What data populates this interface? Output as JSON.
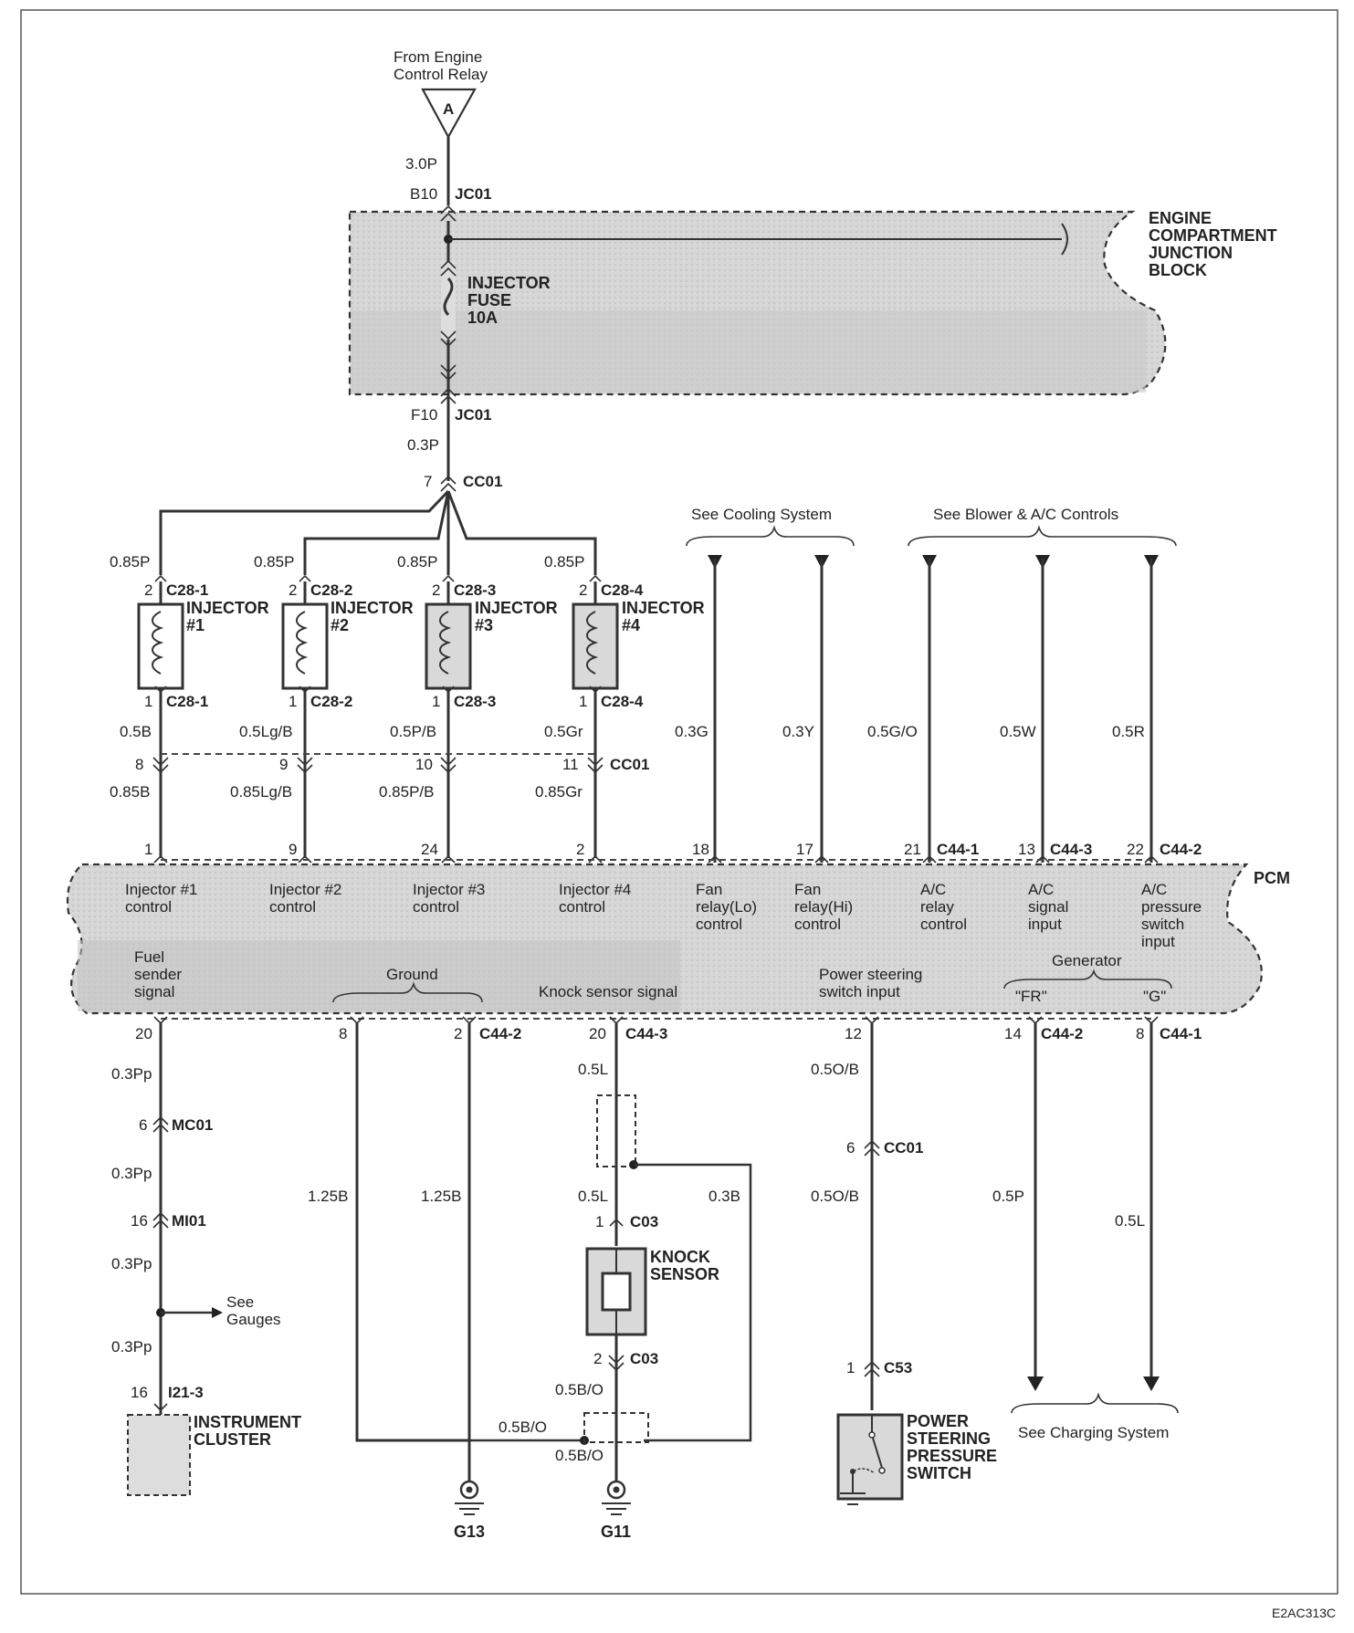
{
  "diagram_code": "E2AC313C",
  "top": {
    "source_line1": "From Engine",
    "source_line2": "Control Relay",
    "source_marker": "A",
    "wire_in": "3.0P",
    "pin_in": "B10",
    "conn_in": "JC01",
    "pin_out": "F10",
    "conn_out": "JC01",
    "wire_out": "0.3P",
    "splice_pin": "7",
    "splice_conn": "CC01"
  },
  "junction_block": {
    "label_lines": [
      "ENGINE",
      "COMPARTMENT",
      "JUNCTION",
      "BLOCK"
    ],
    "fuse_lines": [
      "INJECTOR",
      "FUSE",
      "10A"
    ]
  },
  "injectors": [
    {
      "feed": "0.85P",
      "pin_top": "2",
      "conn_top": "C28-1",
      "name1": "INJECTOR",
      "name2": "#1",
      "pin_bot": "1",
      "conn_bot": "C28-1",
      "wire_a": "0.5B",
      "cc_pin": "8",
      "wire_b": "0.85B",
      "pcm_pin": "1",
      "pcm_l1": "Injector #1",
      "pcm_l2": "control"
    },
    {
      "feed": "0.85P",
      "pin_top": "2",
      "conn_top": "C28-2",
      "name1": "INJECTOR",
      "name2": "#2",
      "pin_bot": "1",
      "conn_bot": "C28-2",
      "wire_a": "0.5Lg/B",
      "cc_pin": "9",
      "wire_b": "0.85Lg/B",
      "pcm_pin": "9",
      "pcm_l1": "Injector #2",
      "pcm_l2": "control"
    },
    {
      "feed": "0.85P",
      "pin_top": "2",
      "conn_top": "C28-3",
      "name1": "INJECTOR",
      "name2": "#3",
      "pin_bot": "1",
      "conn_bot": "C28-3",
      "wire_a": "0.5P/B",
      "cc_pin": "10",
      "wire_b": "0.85P/B",
      "pcm_pin": "24",
      "pcm_l1": "Injector #3",
      "pcm_l2": "control"
    },
    {
      "feed": "0.85P",
      "pin_top": "2",
      "conn_top": "C28-4",
      "name1": "INJECTOR",
      "name2": "#4",
      "pin_bot": "1",
      "conn_bot": "C28-4",
      "wire_a": "0.5Gr",
      "cc_pin": "11",
      "wire_b": "0.85Gr",
      "pcm_pin": "2",
      "pcm_l1": "Injector #4",
      "pcm_l2": "control"
    }
  ],
  "cc01_label": "CC01",
  "refs": {
    "cooling": "See Cooling System",
    "blower": "See Blower & A/C Controls",
    "charging": "See Charging System",
    "gauges_l1": "See",
    "gauges_l2": "Gauges"
  },
  "right_inputs": [
    {
      "wire": "0.3G",
      "pin": "18",
      "conn": "",
      "l1": "Fan",
      "l2": "relay(Lo)",
      "l3": "control",
      "l4": ""
    },
    {
      "wire": "0.3Y",
      "pin": "17",
      "conn": "",
      "l1": "Fan",
      "l2": "relay(Hi)",
      "l3": "control",
      "l4": ""
    },
    {
      "wire": "0.5G/O",
      "pin": "21",
      "conn": "C44-1",
      "l1": "A/C",
      "l2": "relay",
      "l3": "control",
      "l4": ""
    },
    {
      "wire": "0.5W",
      "pin": "13",
      "conn": "C44-3",
      "l1": "A/C",
      "l2": "signal",
      "l3": "input",
      "l4": ""
    },
    {
      "wire": "0.5R",
      "pin": "22",
      "conn": "C44-2",
      "l1": "A/C",
      "l2": "pressure",
      "l3": "switch",
      "l4": "input"
    }
  ],
  "pcm": {
    "name": "PCM",
    "fuel_l1": "Fuel",
    "fuel_l2": "sender",
    "fuel_l3": "signal",
    "ground": "Ground",
    "knock": "Knock sensor signal",
    "ps_l1": "Power steering",
    "ps_l2": "switch input",
    "generator": "Generator",
    "fr": "\"FR\"",
    "g": "\"G\""
  },
  "bottom": {
    "fuel": {
      "pin": "20",
      "wire1": "0.3Pp",
      "mc_pin": "6",
      "mc_conn": "MC01",
      "wire2": "0.3Pp",
      "mi_pin": "16",
      "mi_conn": "MI01",
      "wire3": "0.3Pp",
      "wire4": "0.3Pp",
      "ic_pin": "16",
      "ic_conn": "I21-3",
      "ic_l1": "INSTRUMENT",
      "ic_l2": "CLUSTER"
    },
    "ground": {
      "pin_a": "8",
      "pin_b": "2",
      "conn": "C44-2",
      "wire_a": "1.25B",
      "wire_b": "1.25B",
      "g13": "G13",
      "splice_wire": "0.5B/O"
    },
    "knock": {
      "pin": "20",
      "conn": "C44-3",
      "wire1": "0.5L",
      "wire2": "0.5L",
      "shield": "0.3B",
      "c03_pin_top": "1",
      "c03_top": "C03",
      "name1": "KNOCK",
      "name2": "SENSOR",
      "c03_pin_bot": "2",
      "c03_bot": "C03",
      "wire3": "0.5B/O",
      "wire4": "0.5B/O",
      "g11": "G11"
    },
    "ps": {
      "pin": "12",
      "wire1": "0.5O/B",
      "cc_pin": "6",
      "cc_conn": "CC01",
      "wire2": "0.5O/B",
      "c53_pin": "1",
      "c53": "C53",
      "l1": "POWER",
      "l2": "STEERING",
      "l3": "PRESSURE",
      "l4": "SWITCH"
    },
    "gen": {
      "fr_pin": "14",
      "fr_conn": "C44-2",
      "g_pin": "8",
      "g_conn": "C44-1",
      "fr_wire": "0.5P",
      "g_wire": "0.5L"
    }
  }
}
